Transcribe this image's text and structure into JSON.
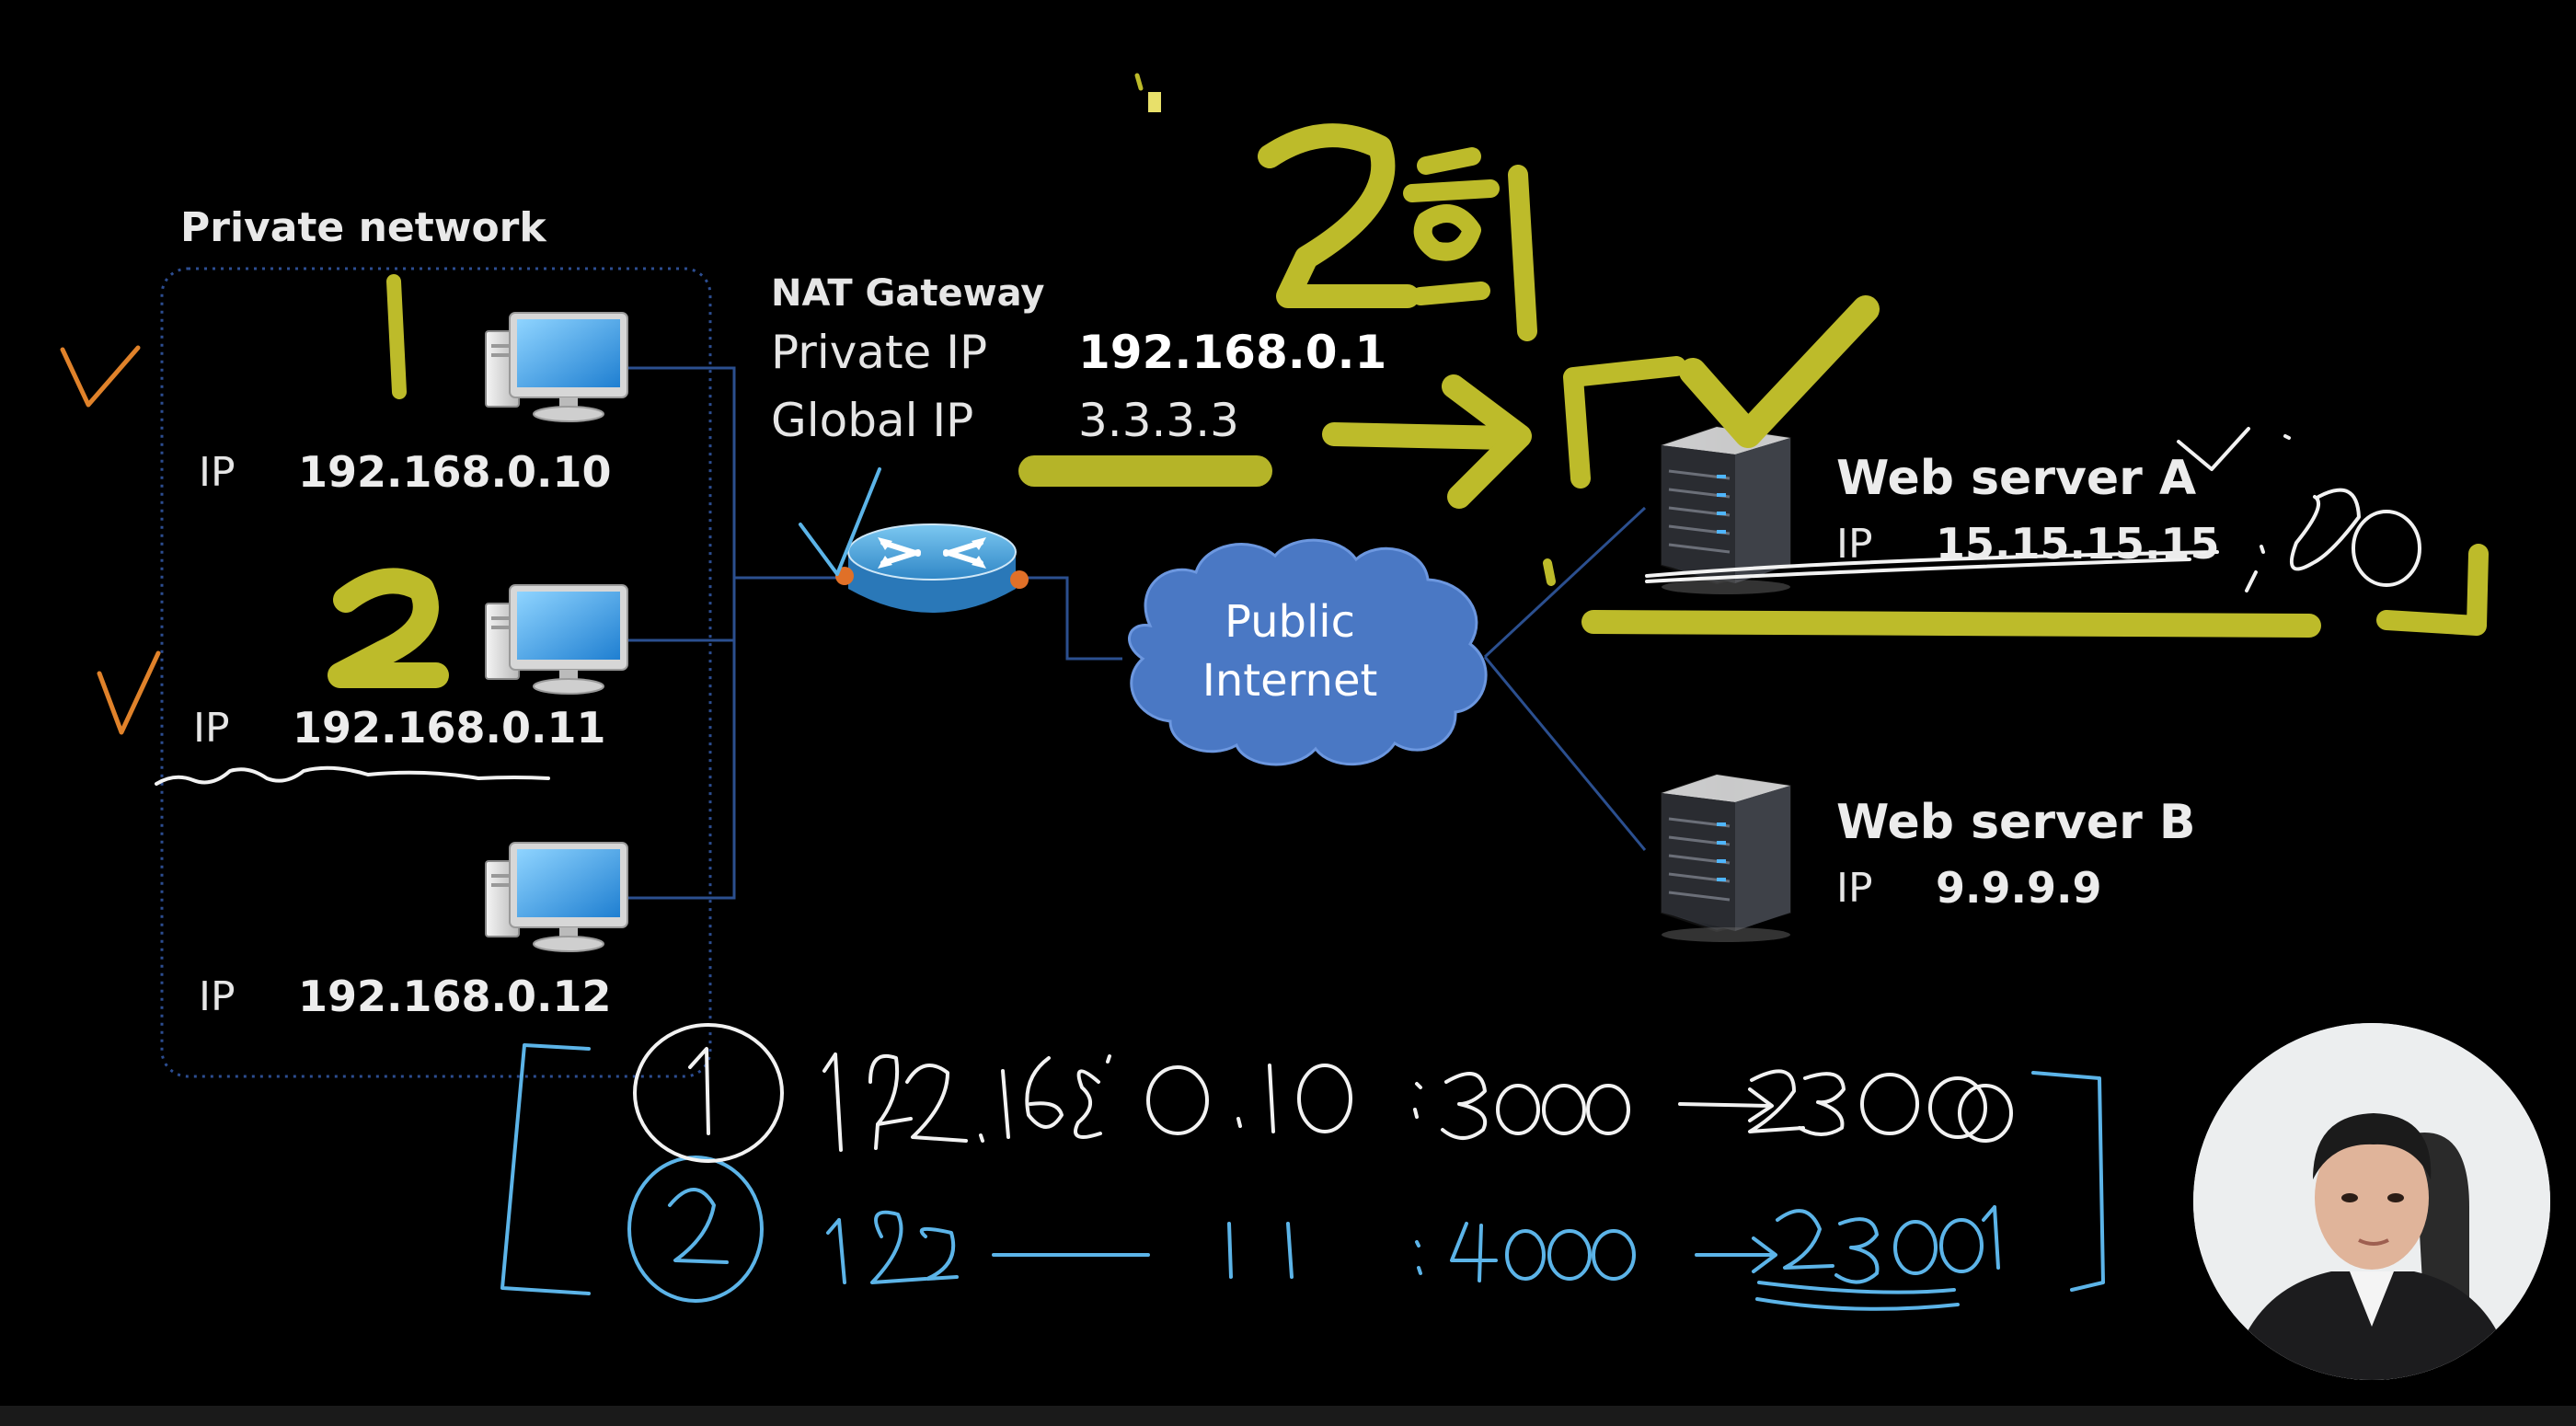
{
  "private_network": {
    "title": "Private network",
    "hosts": [
      {
        "ip_label": "IP",
        "ip": "192.168.0.10"
      },
      {
        "ip_label": "IP",
        "ip": "192.168.0.11"
      },
      {
        "ip_label": "IP",
        "ip": "192.168.0.12"
      }
    ]
  },
  "nat_gateway": {
    "title": "NAT Gateway",
    "private_ip_label": "Private IP",
    "private_ip": "192.168.0.1",
    "global_ip_label": "Global IP",
    "global_ip": "3.3.3.3"
  },
  "cloud": {
    "line1": "Public",
    "line2": "Internet"
  },
  "web_server_a": {
    "title": "Web server A",
    "ip_label": "IP",
    "ip": "15.15.15.15"
  },
  "web_server_b": {
    "title": "Web server B",
    "ip_label": "IP",
    "ip": "9.9.9.9"
  },
  "colors": {
    "background": "#000000",
    "link_line": "#2b4f8f",
    "dotted_border": "#2c4d91",
    "cloud_fill": "#4a78c4",
    "router_fill": "#4aa3df",
    "annot_yellow": "#bdbb2a",
    "annot_orange": "#e0822a",
    "annot_blue": "#5cb4e8",
    "annot_white": "#f2f2f2"
  },
  "icons": [
    "computer-icon",
    "router-icon",
    "cloud-icon",
    "server-icon"
  ],
  "handwriting": {
    "count_mark": "2회",
    "line1": "① 192.168.0.10 : 3000 → 23000",
    "line2": "② 192 —— 11 : 4000 → 23001",
    "port_note": "80"
  }
}
